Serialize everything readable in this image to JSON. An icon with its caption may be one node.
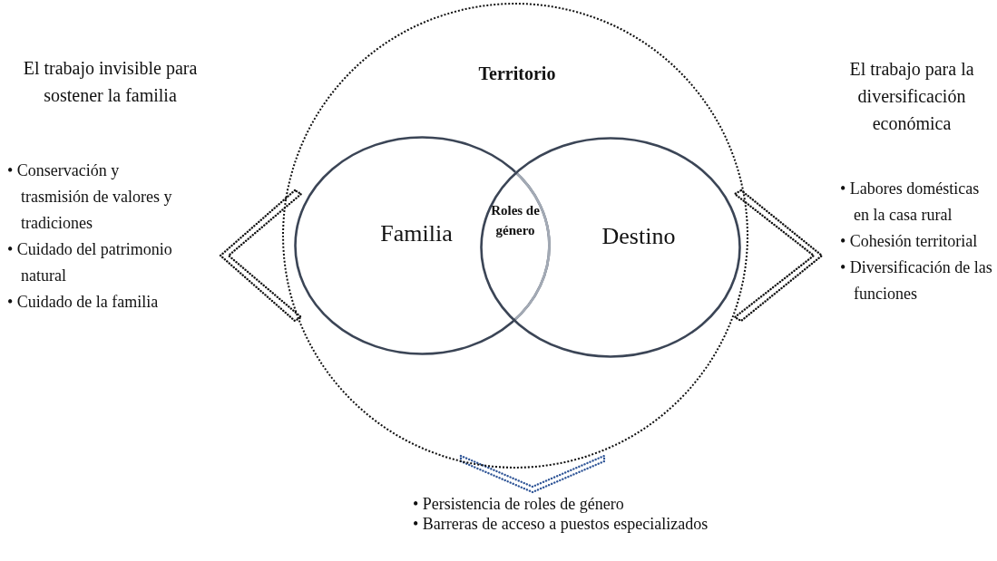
{
  "diagram": {
    "nodes": [
      {
        "text": [
          "Territorio"
        ]
      },
      {
        "text": [
          "Familia"
        ],
        "in": 0
      },
      {
        "text": [
          "Destino"
        ],
        "in": 0
      },
      {
        "text": [
          "Roles de género"
        ]
      },
      {
        "text": [
          "El trabajo invisible para sostener la familia",
          "• Conservación y trasmisión de valores y tradiciones",
          "• Cuidado del patrimonio natural",
          "• Cuidado de la familia"
        ]
      },
      {
        "text": [
          "El trabajo para la diversificación económica",
          "• Labores domésticas en la casa rural",
          "• Cohesión territorial",
          "• Diversificación de las funciones"
        ]
      },
      {
        "text": [
          "• Persistencia de roles de género",
          "• Barreras de acceso a puestos especializados"
        ]
      }
    ],
    "edges": [
      {
        "from": 0,
        "to": 4,
        "arrow": "to"
      },
      {
        "from": 0,
        "to": 5,
        "arrow": "to"
      },
      {
        "from": 0,
        "to": 6,
        "arrow": "to",
        "color": "#2f5597"
      }
    ]
  }
}
